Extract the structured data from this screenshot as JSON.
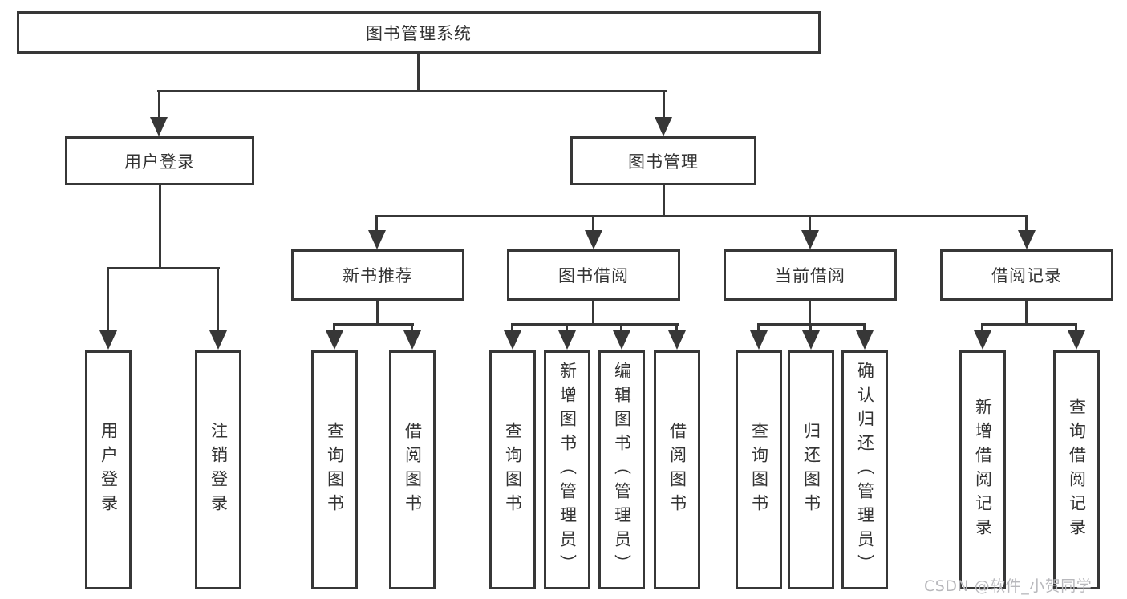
{
  "diagram": {
    "root": {
      "label": "图书管理系统"
    },
    "level1": [
      {
        "label": "用户登录",
        "children": [
          {
            "label": "用户登录"
          },
          {
            "label": "注销登录"
          }
        ]
      },
      {
        "label": "图书管理",
        "sections": [
          {
            "label": "新书推荐",
            "children": [
              {
                "label": "查询图书"
              },
              {
                "label": "借阅图书"
              }
            ]
          },
          {
            "label": "图书借阅",
            "children": [
              {
                "label": "查询图书"
              },
              {
                "label": "新增图书（管理员）"
              },
              {
                "label": "编辑图书（管理员）"
              },
              {
                "label": "借阅图书"
              }
            ]
          },
          {
            "label": "当前借阅",
            "children": [
              {
                "label": "查询图书"
              },
              {
                "label": "归还图书"
              },
              {
                "label": "确认归还（管理员）"
              }
            ]
          },
          {
            "label": "借阅记录",
            "children": [
              {
                "label": "新增借阅记录"
              },
              {
                "label": "查询借阅记录"
              }
            ]
          }
        ]
      }
    ]
  },
  "watermark": {
    "text": "CSDN @软件_小贺同学"
  },
  "colors": {
    "line": "#373737",
    "text": "#333333",
    "background": "#ffffff",
    "watermark": "#b8b8bc"
  }
}
